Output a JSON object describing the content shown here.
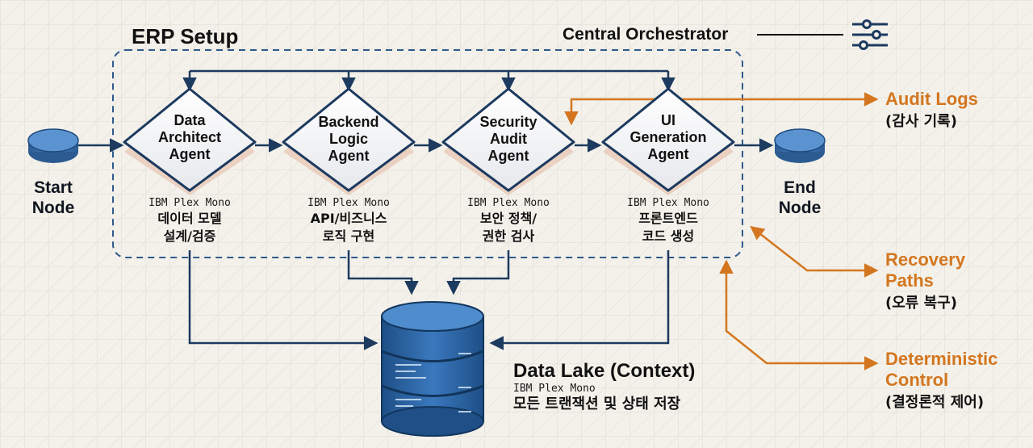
{
  "setup_title": "ERP Setup",
  "orchestrator": {
    "label": "Central Orchestrator",
    "icon": "sliders-icon"
  },
  "start_node": {
    "line1": "Start",
    "line2": "Node"
  },
  "end_node": {
    "line1": "End",
    "line2": "Node"
  },
  "agents": [
    {
      "title_lines": [
        "Data",
        "Architect",
        "Agent"
      ],
      "font": "IBM Plex Mono",
      "desc_lines": [
        "데이터 모델",
        "설계/검증"
      ]
    },
    {
      "title_lines": [
        "Backend",
        "Logic",
        "Agent"
      ],
      "font": "IBM Plex Mono",
      "desc_lines": [
        "API/비즈니스",
        "로직 구현"
      ]
    },
    {
      "title_lines": [
        "Security",
        "Audit",
        "Agent"
      ],
      "font": "IBM Plex Mono",
      "desc_lines": [
        "보안 정책/",
        "권한 검사"
      ]
    },
    {
      "title_lines": [
        "UI",
        "Generation",
        "Agent"
      ],
      "font": "IBM Plex Mono",
      "desc_lines": [
        "프론트엔드",
        "코드 생성"
      ]
    }
  ],
  "data_lake": {
    "title": "Data Lake (Context)",
    "font": "IBM Plex Mono",
    "desc": "모든 트랜잭션 및 상태 저장"
  },
  "side_notes": [
    {
      "title_lines": [
        "Audit Logs"
      ],
      "sub": "(감사 기록)"
    },
    {
      "title_lines": [
        "Recovery",
        "Paths"
      ],
      "sub": "(오류 복구)"
    },
    {
      "title_lines": [
        "Deterministic",
        "Control"
      ],
      "sub": "(결정론적 제어)"
    }
  ],
  "colors": {
    "navy": "#1d3a5f",
    "orange": "#d4761f",
    "node_blue": "#3a6ea8",
    "grid": "#d9d9d2"
  }
}
